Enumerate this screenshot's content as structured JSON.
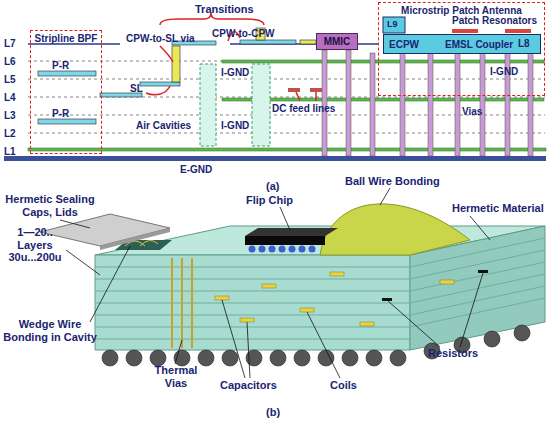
{
  "diagram": {
    "nodes": [
      {
        "text": [
          "Stripline BPF"
        ]
      },
      {
        "text": [
          "MMIC"
        ]
      },
      {
        "text": [
          "Microstrip Patch Antenna"
        ]
      },
      {
        "text": [
          "ECPW",
          "EMSL Coupler"
        ],
        "in": 2
      }
    ],
    "labels": [
      "Transitions",
      "L9",
      "Patch Resonators",
      "CPW-to-SL via",
      "CPW-to-CPW",
      "L7",
      "L8",
      "P-R",
      "L6",
      "I-GND",
      "L5",
      "SL",
      "I-GND",
      "L4",
      "DC feed lines",
      "Vias",
      "P-R",
      "L3",
      "Air Cavities",
      "I-GND",
      "L2",
      "L1",
      "E-GND",
      "(a)",
      "Ball Wire Bonding",
      "Flip Chip",
      "Hermetic Sealing Caps, Lids",
      "Hermetic Material",
      "1—20.. Layers 30u...200u",
      "Wedge Wire Bonding in Cavity",
      "Thermal Vias",
      "Resistors",
      "Capacitors",
      "Coils",
      "(b)"
    ]
  }
}
